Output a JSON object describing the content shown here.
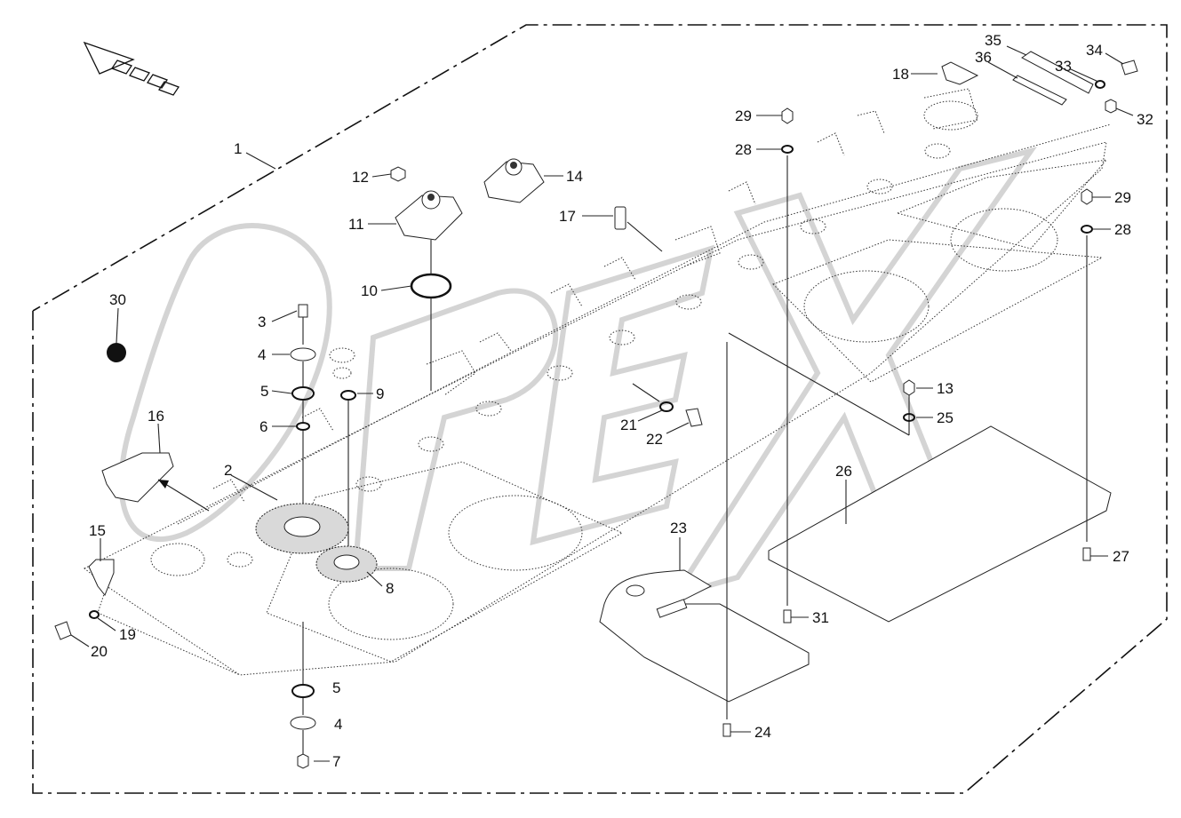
{
  "watermark": "OPEX",
  "callouts": [
    {
      "id": "c1",
      "text": "1"
    },
    {
      "id": "c2",
      "text": "2"
    },
    {
      "id": "c3",
      "text": "3"
    },
    {
      "id": "c4a",
      "text": "4"
    },
    {
      "id": "c4b",
      "text": "4"
    },
    {
      "id": "c5a",
      "text": "5"
    },
    {
      "id": "c5b",
      "text": "5"
    },
    {
      "id": "c6",
      "text": "6"
    },
    {
      "id": "c7",
      "text": "7"
    },
    {
      "id": "c8",
      "text": "8"
    },
    {
      "id": "c9",
      "text": "9"
    },
    {
      "id": "c10",
      "text": "10"
    },
    {
      "id": "c11",
      "text": "11"
    },
    {
      "id": "c12",
      "text": "12"
    },
    {
      "id": "c13",
      "text": "13"
    },
    {
      "id": "c14",
      "text": "14"
    },
    {
      "id": "c15",
      "text": "15"
    },
    {
      "id": "c16",
      "text": "16"
    },
    {
      "id": "c17",
      "text": "17"
    },
    {
      "id": "c18",
      "text": "18"
    },
    {
      "id": "c19",
      "text": "19"
    },
    {
      "id": "c20",
      "text": "20"
    },
    {
      "id": "c21",
      "text": "21"
    },
    {
      "id": "c22",
      "text": "22"
    },
    {
      "id": "c23",
      "text": "23"
    },
    {
      "id": "c24",
      "text": "24"
    },
    {
      "id": "c25",
      "text": "25"
    },
    {
      "id": "c26",
      "text": "26"
    },
    {
      "id": "c27",
      "text": "27"
    },
    {
      "id": "c28a",
      "text": "28"
    },
    {
      "id": "c28b",
      "text": "28"
    },
    {
      "id": "c29a",
      "text": "29"
    },
    {
      "id": "c29b",
      "text": "29"
    },
    {
      "id": "c30",
      "text": "30"
    },
    {
      "id": "c31",
      "text": "31"
    },
    {
      "id": "c32",
      "text": "32"
    },
    {
      "id": "c33",
      "text": "33"
    },
    {
      "id": "c34",
      "text": "34"
    },
    {
      "id": "c35",
      "text": "35"
    },
    {
      "id": "c36",
      "text": "36"
    }
  ]
}
